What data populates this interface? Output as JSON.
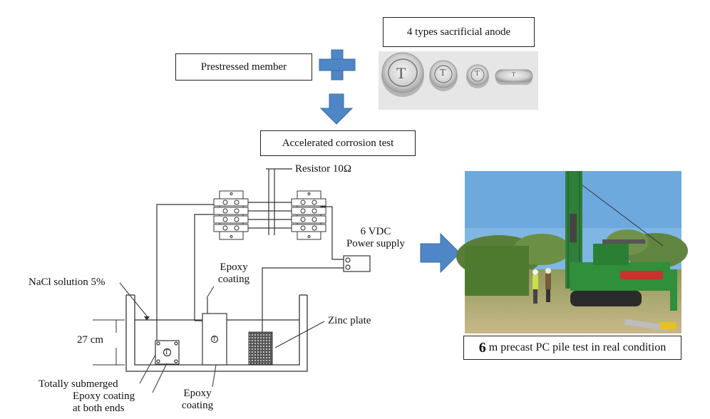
{
  "top": {
    "member_label": "Prestressed member",
    "anode_label": "4 types sacrificial anode",
    "test_label": "Accelerated corrosion test",
    "anode_mark": "T"
  },
  "schematic": {
    "resistor_label": "Resistor 10Ω",
    "power_line1": "6 VDC",
    "power_line2": "Power supply",
    "nacl_label": "NaCl solution 5%",
    "epoxy_top_line1": "Epoxy",
    "epoxy_top_line2": "coating",
    "zinc_label": "Zinc plate",
    "depth_label": "27 cm",
    "submerged_label": "Totally submerged",
    "epoxy_ends_line1": "Epoxy coating",
    "epoxy_ends_line2": "at both ends",
    "epoxy_bottom_line1": "Epoxy",
    "epoxy_bottom_line2": "coating",
    "anode_mark": "T"
  },
  "photo": {
    "caption_number": "6",
    "caption_text": " m precast PC pile test in real condition"
  },
  "colors": {
    "arrow_fill": "#4f86c6",
    "arrow_stroke": "#3a6ea5",
    "sky": "#7fb6e3",
    "rig_green": "#2f8f3a",
    "rig_red": "#c8332c"
  }
}
